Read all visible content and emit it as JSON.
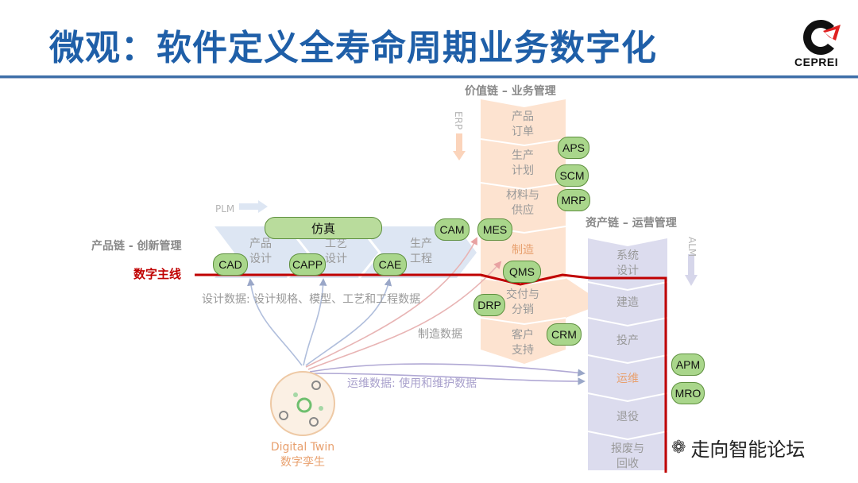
{
  "title": "微观：软件定义全寿命周期业务数字化",
  "logo": {
    "text": "CEPREI",
    "accent_red": "#e02020",
    "accent_dark": "#111111"
  },
  "colors": {
    "title": "#1f5fa8",
    "pill_fill": "#a9d68b",
    "thread": "#c00000",
    "value_chain": "#fde3d0",
    "asset_chain": "#dcdcee",
    "product_chain": "#dde6f3"
  },
  "chains": {
    "value": {
      "label": "价值链 – 业务管理",
      "side": "ERP",
      "stages": [
        "产品\n订单",
        "生产\n计划",
        "材料与\n供应",
        "制造",
        "交付与\n分销",
        "客户\n支持"
      ]
    },
    "product": {
      "label": "产品链 - 创新管理",
      "side": "PLM",
      "stages": [
        "产品\n设计",
        "工艺\n设计",
        "生产\n工程"
      ]
    },
    "asset": {
      "label": "资产链 – 运营管理",
      "side": "ALM",
      "stages": [
        "系统\n设计",
        "建造",
        "投产",
        "运维",
        "退役",
        "报废与\n回收"
      ]
    }
  },
  "thread_label": "数字主线",
  "tools": {
    "sim": "仿真",
    "cad": "CAD",
    "capp": "CAPP",
    "cae": "CAE",
    "cam": "CAM",
    "mes": "MES",
    "aps": "APS",
    "scm": "SCM",
    "mrp": "MRP",
    "qms": "QMS",
    "drp": "DRP",
    "crm": "CRM",
    "apm": "APM",
    "mro": "MRO"
  },
  "data_labels": {
    "design": "设计数据: 设计规格、模型、工艺和工程数据",
    "manufacturing": "制造数据",
    "operation": "运维数据: 使用和维护数据"
  },
  "twin": {
    "en": "Digital Twin",
    "zh": "数字孪生"
  },
  "watermark": "走向智能论坛"
}
